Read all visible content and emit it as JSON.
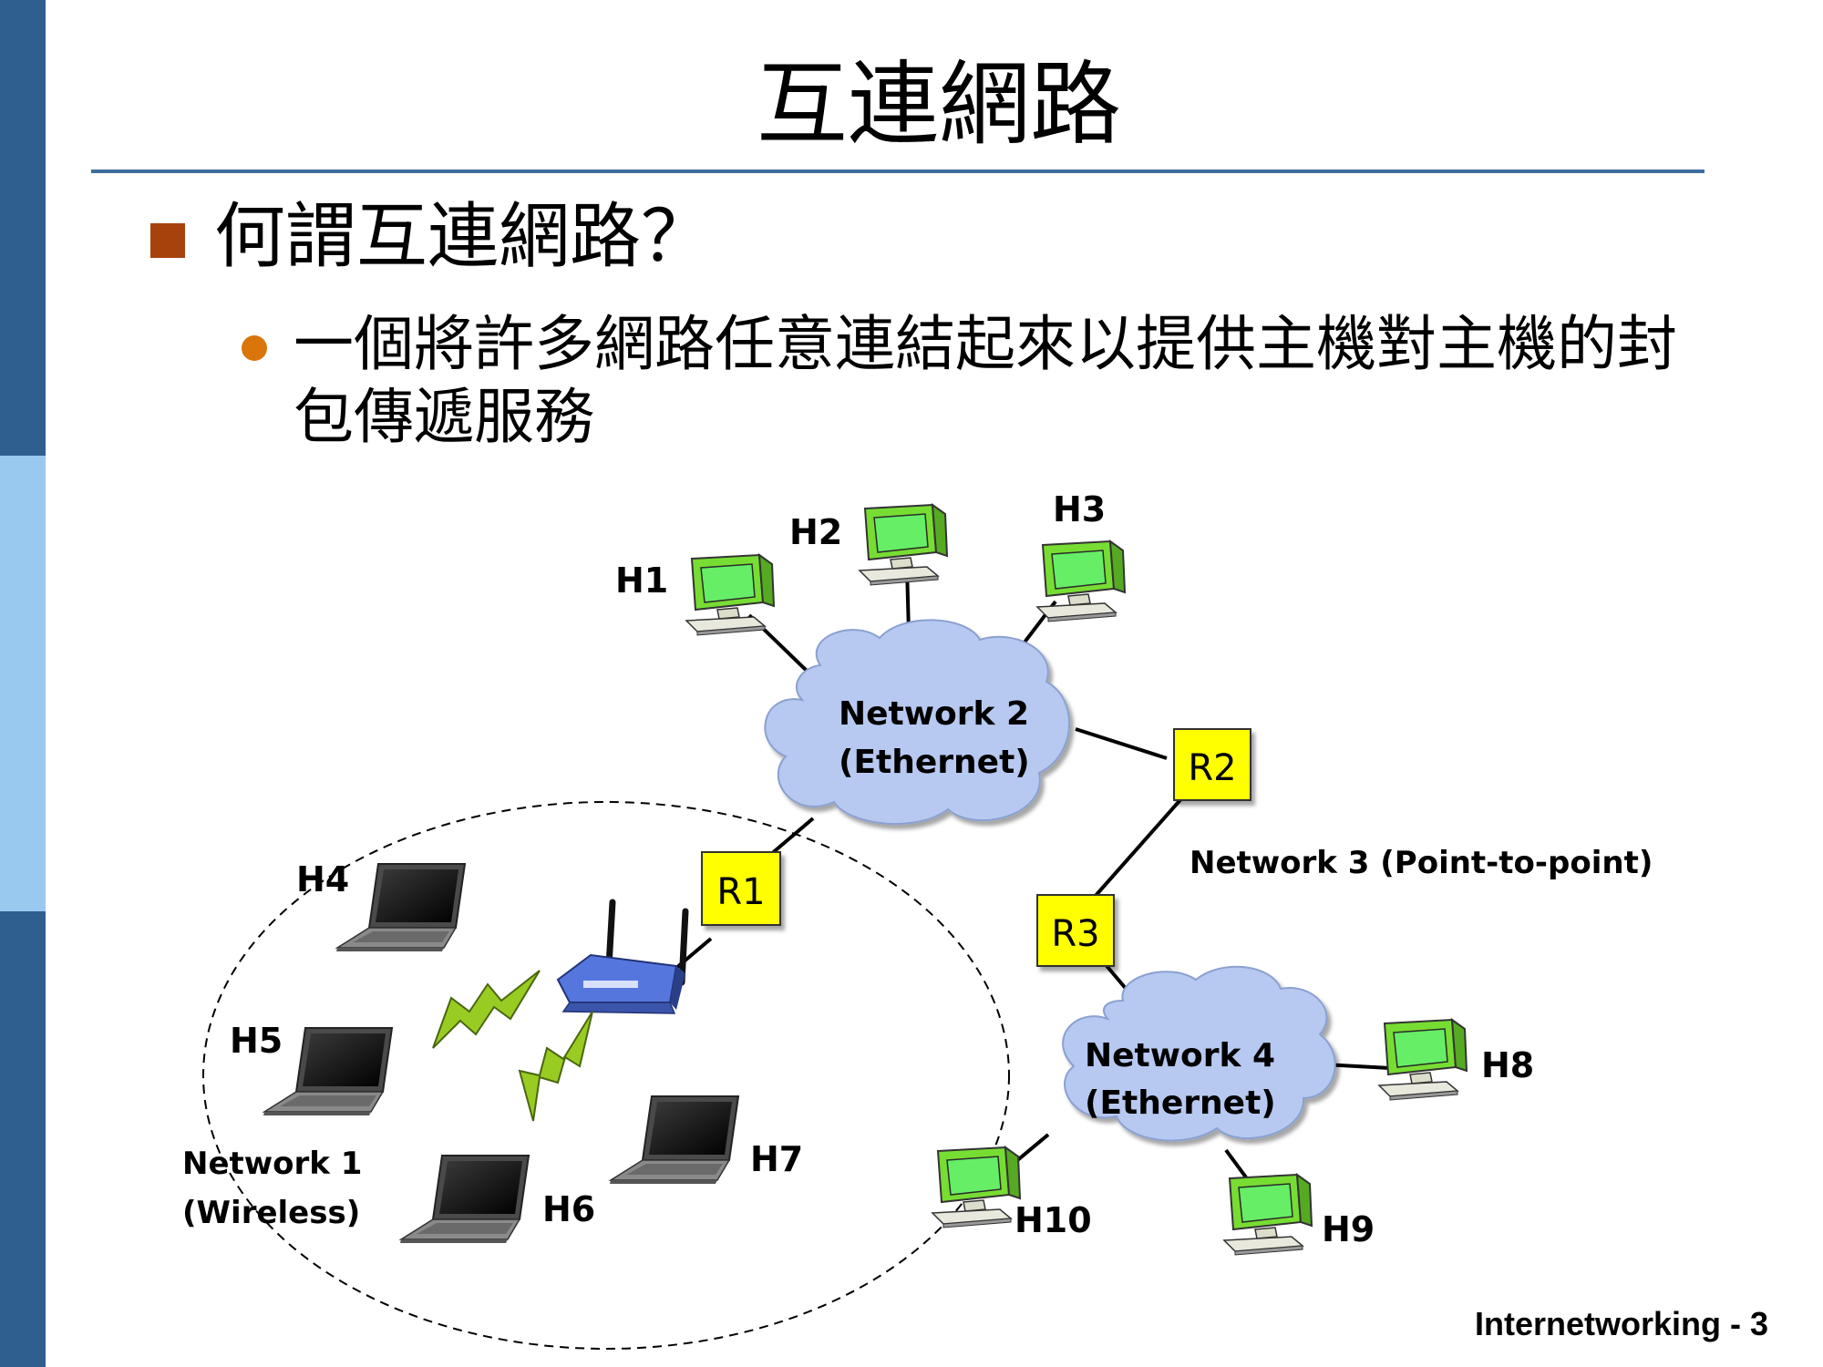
{
  "slide": {
    "title": "互連網路",
    "bullet_heading": "何謂互連網路？",
    "bullet_text": "一個將許多網路任意連結起來以提供主機對主機的封包傳遞服務",
    "footer": "Internetworking - 3"
  },
  "diagram": {
    "hosts": [
      "H1",
      "H2",
      "H3",
      "H4",
      "H5",
      "H6",
      "H7",
      "H8",
      "H9",
      "H10"
    ],
    "routers": [
      "R1",
      "R2",
      "R3"
    ],
    "network2": {
      "line1": "Network 2",
      "line2": "(Ethernet)"
    },
    "network4": {
      "line1": "Network 4",
      "line2": "(Ethernet)"
    },
    "network1": {
      "line1": "Network 1",
      "line2": "(Wireless)"
    },
    "network3": "Network 3 (Point-to-point)"
  },
  "colors": {
    "sidebar_dark": "#2e5f8f",
    "sidebar_light": "#99c9ef",
    "title_rule": "#3f6d9e",
    "bullet_square": "#a8420c",
    "bullet_dot": "#d9750b",
    "cloud": "#b7c9f0",
    "router": "#ffff00",
    "monitor_screen": "#66ee66",
    "lightning": "#99cc22"
  },
  "icons": [
    "desktop-computer-icon",
    "laptop-icon",
    "wireless-router-icon",
    "lightning-icon",
    "cloud-icon"
  ]
}
